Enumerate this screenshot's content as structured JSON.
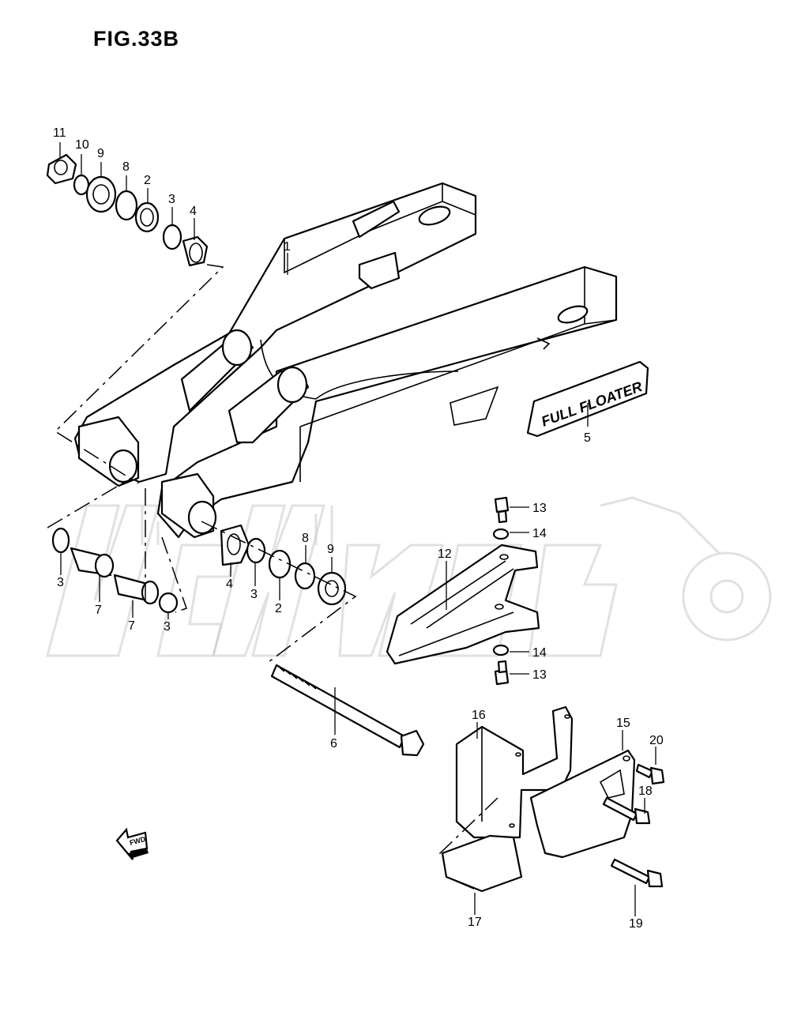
{
  "figure": {
    "title": "FIG.33B"
  },
  "direction_badge": {
    "label": "FWD"
  },
  "decal_text": "FULL FLOATER",
  "callouts": [
    {
      "id": "c11a",
      "label": "11"
    },
    {
      "id": "c10a",
      "label": "10"
    },
    {
      "id": "c9a",
      "label": "9"
    },
    {
      "id": "c8a",
      "label": "8"
    },
    {
      "id": "c2a",
      "label": "2"
    },
    {
      "id": "c3a",
      "label": "3"
    },
    {
      "id": "c4a",
      "label": "4"
    },
    {
      "id": "c1",
      "label": "1"
    },
    {
      "id": "c5",
      "label": "5"
    },
    {
      "id": "c3b",
      "label": "3"
    },
    {
      "id": "c7a",
      "label": "7"
    },
    {
      "id": "c7b",
      "label": "7"
    },
    {
      "id": "c3c",
      "label": "3"
    },
    {
      "id": "c4b",
      "label": "4"
    },
    {
      "id": "c3d",
      "label": "3"
    },
    {
      "id": "c2b",
      "label": "2"
    },
    {
      "id": "c8b",
      "label": "8"
    },
    {
      "id": "c9b",
      "label": "9"
    },
    {
      "id": "c6",
      "label": "6"
    },
    {
      "id": "c12",
      "label": "12"
    },
    {
      "id": "c13a",
      "label": "13"
    },
    {
      "id": "c14a",
      "label": "14"
    },
    {
      "id": "c14b",
      "label": "14"
    },
    {
      "id": "c13b",
      "label": "13"
    },
    {
      "id": "c16",
      "label": "16"
    },
    {
      "id": "c15",
      "label": "15"
    },
    {
      "id": "c20",
      "label": "20"
    },
    {
      "id": "c18",
      "label": "18"
    },
    {
      "id": "c17",
      "label": "17"
    },
    {
      "id": "c19",
      "label": "19"
    }
  ]
}
